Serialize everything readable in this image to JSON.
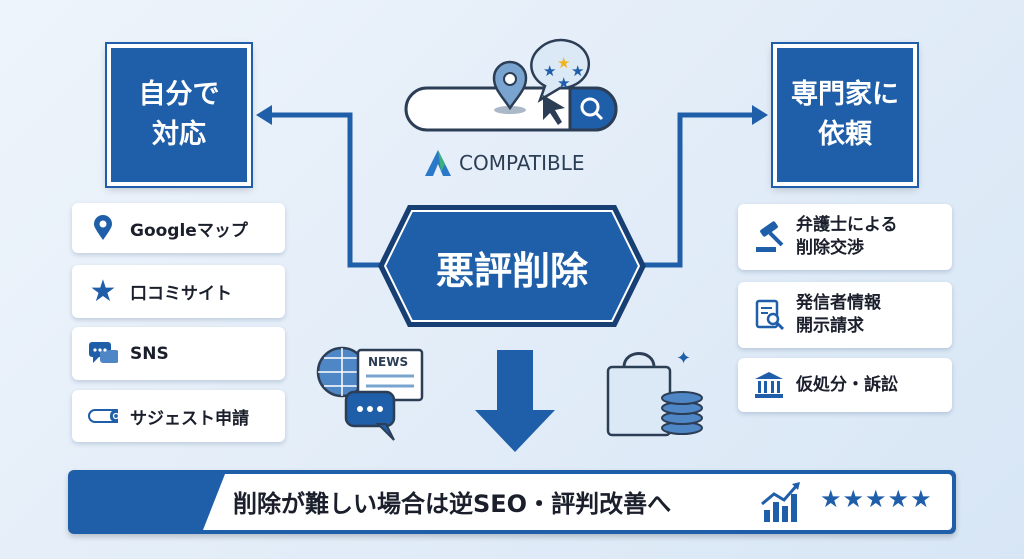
{
  "brand": {
    "name": "COMPATIBLE"
  },
  "center": {
    "label": "悪評削除"
  },
  "left": {
    "title": "自分で対応",
    "items": [
      {
        "label": "Googleマップ",
        "icon": "map-pin-icon"
      },
      {
        "label": "口コミサイト",
        "icon": "star-icon"
      },
      {
        "label": "SNS",
        "icon": "chat-bubbles-icon"
      },
      {
        "label": "サジェスト申請",
        "icon": "search-bar-icon"
      }
    ]
  },
  "right": {
    "title": "専門家に依頼",
    "items": [
      {
        "line1": "弁護士による",
        "line2": "削除交渉",
        "icon": "gavel-icon"
      },
      {
        "line1": "発信者情報",
        "line2": "開示請求",
        "icon": "document-search-icon"
      },
      {
        "line1": "仮処分・訴訟",
        "line2": "",
        "icon": "courthouse-icon"
      }
    ]
  },
  "banner": {
    "text": "削除が難しい場合は逆SEO・評判改善へ",
    "stars": "★★★★★"
  },
  "colors": {
    "primary": "#1f5ea8",
    "dark": "#173f73"
  }
}
